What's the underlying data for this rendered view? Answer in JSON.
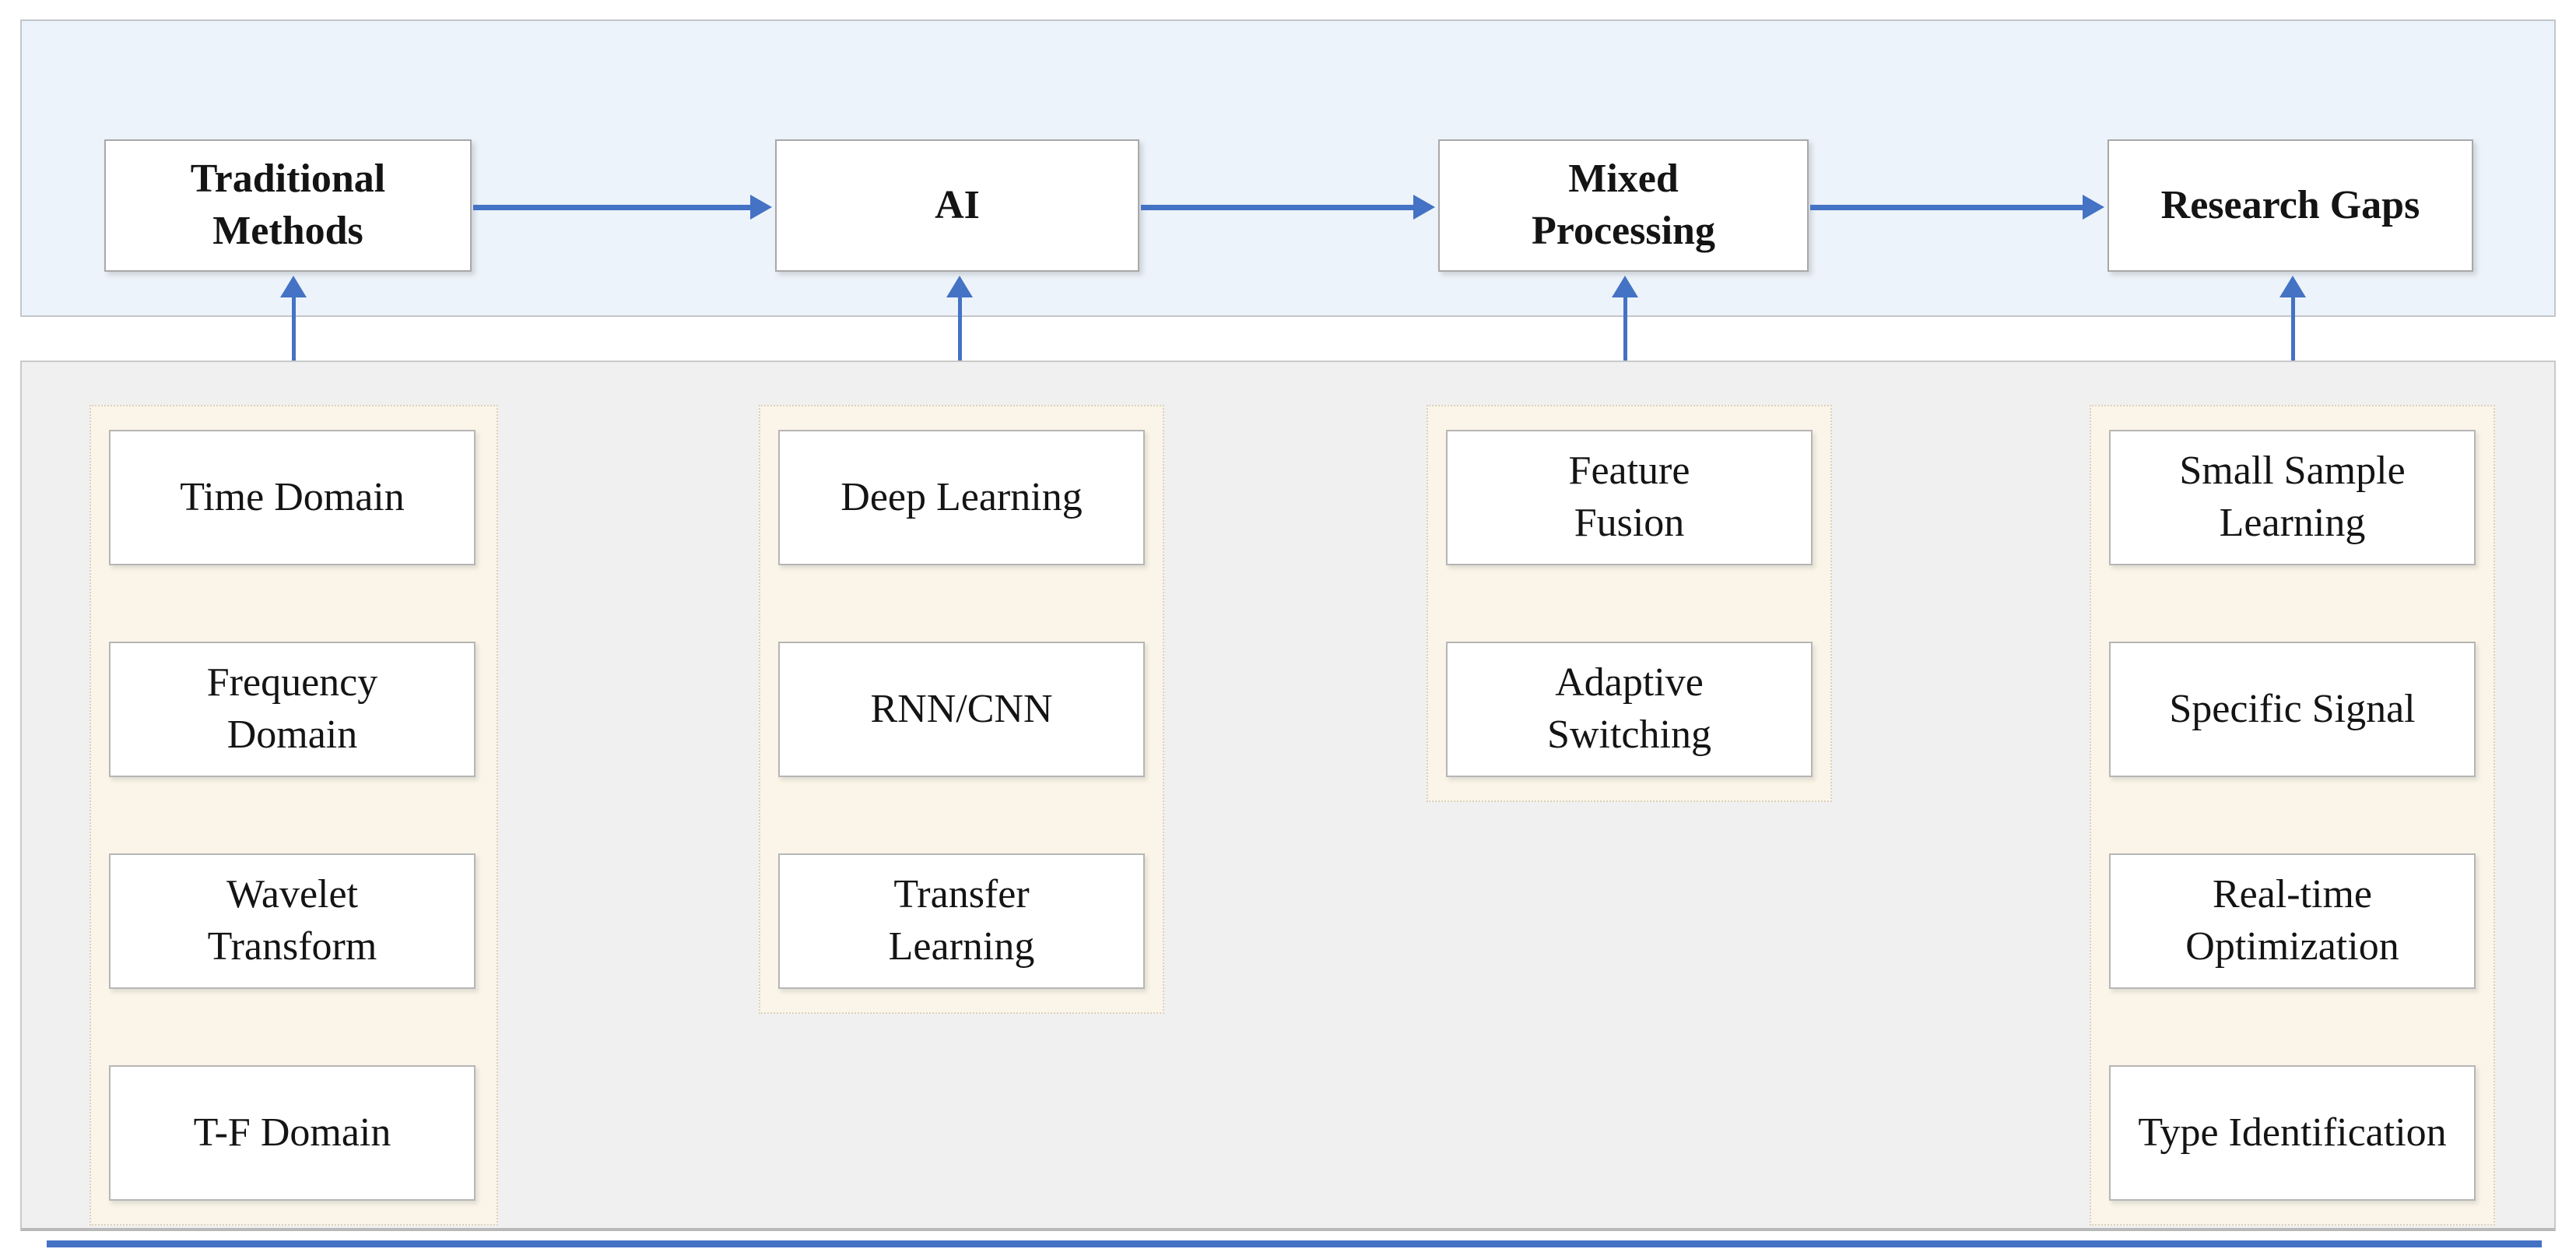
{
  "diagram": {
    "top_nodes": [
      {
        "label": "Traditional\nMethods"
      },
      {
        "label": "AI"
      },
      {
        "label": "Mixed\nProcessing"
      },
      {
        "label": "Research Gaps"
      }
    ],
    "columns": [
      {
        "items": [
          {
            "label": "Time Domain"
          },
          {
            "label": "Frequency\nDomain"
          },
          {
            "label": "Wavelet\nTransform"
          },
          {
            "label": "T-F Domain"
          }
        ]
      },
      {
        "items": [
          {
            "label": "Deep Learning"
          },
          {
            "label": "RNN/CNN"
          },
          {
            "label": "Transfer\nLearning"
          }
        ]
      },
      {
        "items": [
          {
            "label": "Feature\nFusion"
          },
          {
            "label": "Adaptive\nSwitching"
          }
        ]
      },
      {
        "items": [
          {
            "label": "Small Sample\nLearning"
          },
          {
            "label": "Specific Signal"
          },
          {
            "label": "Real-time\nOptimization"
          },
          {
            "label": "Type Identification"
          }
        ]
      }
    ],
    "colors": {
      "arrow": "#4472c4",
      "top_band_fill": "#edf3fb",
      "bottom_band_fill": "#f0f0f0",
      "column_fill": "#faf5e8",
      "node_fill": "#ffffff",
      "accent_bar": "#4472c4"
    }
  }
}
